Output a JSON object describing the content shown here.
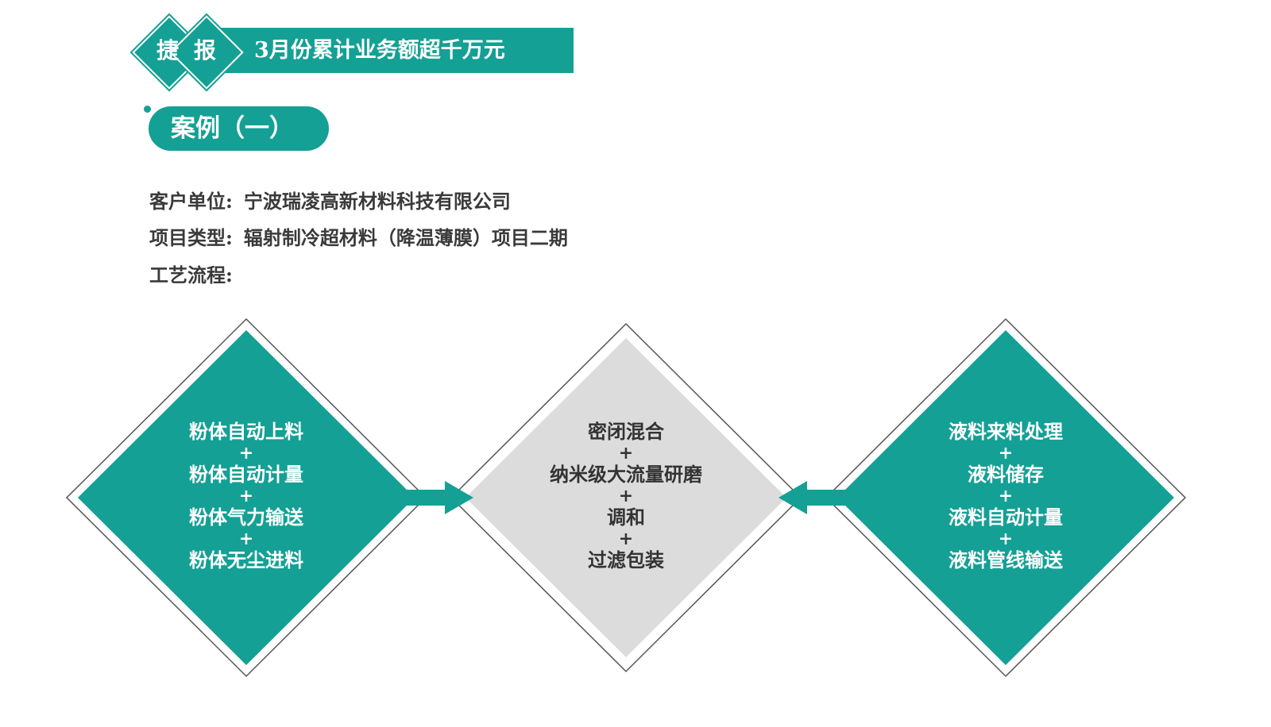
{
  "header": {
    "badge_chars": [
      "捷",
      "报"
    ],
    "title": "3月份累计业务额超千万元"
  },
  "case": {
    "label": "案例（一）"
  },
  "info": {
    "client_label": "客户单位:",
    "client_value": "宁波瑞凌高新材料科技有限公司",
    "project_label": "项目类型:",
    "project_value": "辐射制冷超材料（降温薄膜）项目二期",
    "process_label": "工艺流程:"
  },
  "flow": {
    "plus": "+",
    "left": {
      "steps": [
        "粉体自动上料",
        "粉体自动计量",
        "粉体气力输送",
        "粉体无尘进料"
      ]
    },
    "middle": {
      "steps": [
        "密闭混合",
        "纳米级大流量研磨",
        "调和",
        "过滤包装"
      ]
    },
    "right": {
      "steps": [
        "液料来料处理",
        "液料储存",
        "液料自动计量",
        "液料管线输送"
      ]
    }
  },
  "colors": {
    "teal": "#14a095",
    "gray_fill": "#dcdcdc",
    "outline": "#555555"
  }
}
